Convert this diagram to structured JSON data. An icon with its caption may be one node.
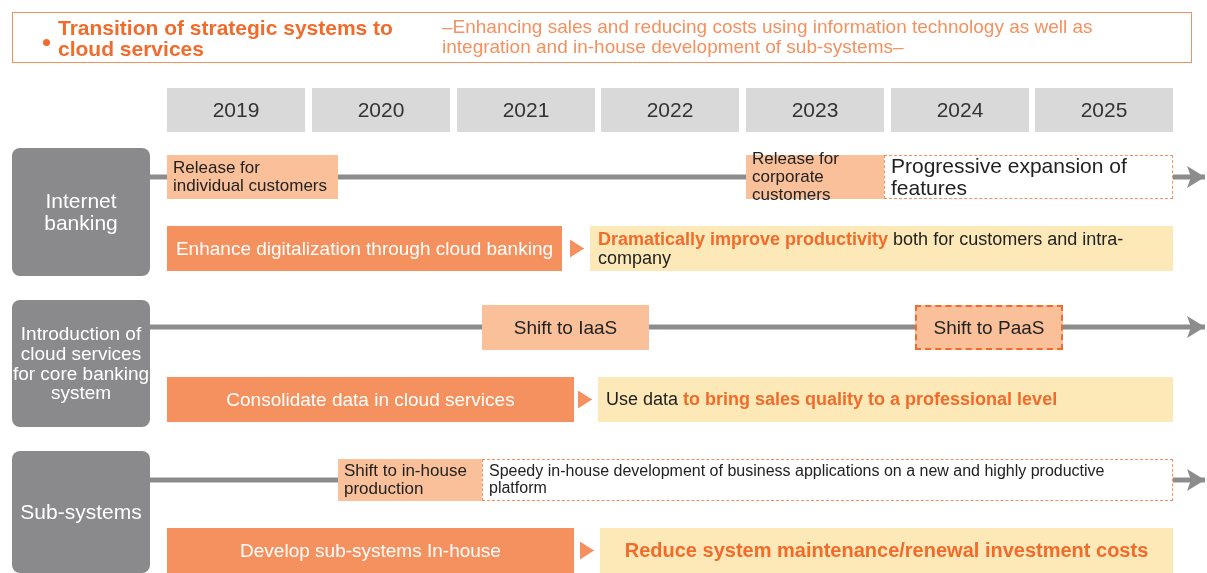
{
  "diagram": {
    "nodes": [
      {
        "text": [
          "Transition of strategic systems to cloud services",
          "–Enhancing sales and reducing costs using information technology as well as integration and in-house development of sub-systems–"
        ]
      },
      {
        "text": [
          "2019"
        ]
      },
      {
        "text": [
          "2020"
        ]
      },
      {
        "text": [
          "2021"
        ]
      },
      {
        "text": [
          "2022"
        ]
      },
      {
        "text": [
          "2023"
        ]
      },
      {
        "text": [
          "2024"
        ]
      },
      {
        "text": [
          "2025"
        ]
      },
      {
        "text": [
          "Internet banking"
        ]
      },
      {
        "text": [
          "Release for individual customers"
        ]
      },
      {
        "text": [
          "Release for corporate customers"
        ]
      },
      {
        "text": [
          "Progressive expansion of features"
        ]
      },
      {
        "text": [
          "Enhance digitalization through cloud banking"
        ]
      },
      {
        "text": [
          "**Dramatically improve productivity** both for customers and intra-company"
        ]
      },
      {
        "text": [
          "Introduction of cloud services for core banking system"
        ]
      },
      {
        "text": [
          "Shift to IaaS"
        ]
      },
      {
        "text": [
          "Shift to PaaS"
        ]
      },
      {
        "text": [
          "Consolidate data in cloud services"
        ]
      },
      {
        "text": [
          "Use data **to bring sales quality to a professional level**"
        ]
      },
      {
        "text": [
          "Sub-systems"
        ]
      },
      {
        "text": [
          "Shift to in-house production"
        ]
      },
      {
        "text": [
          "Speedy in-house development of business applications on a new and highly productive platform"
        ]
      },
      {
        "text": [
          "Develop sub-systems In-house"
        ]
      },
      {
        "text": [
          "Reduce system maintenance/renewal investment costs"
        ]
      }
    ],
    "edges": [
      {
        "from": 8,
        "to": 9,
        "arrow": "none"
      },
      {
        "from": 9,
        "to": 10,
        "arrow": "none"
      },
      {
        "from": 11,
        "to": null,
        "arrow": "to"
      },
      {
        "from": 12,
        "to": 13,
        "arrow": "to",
        "color": "#f4915e"
      },
      {
        "from": 14,
        "to": 15,
        "arrow": "none"
      },
      {
        "from": 15,
        "to": 16,
        "arrow": "none"
      },
      {
        "from": 16,
        "to": null,
        "arrow": "to"
      },
      {
        "from": 17,
        "to": 18,
        "arrow": "to",
        "color": "#f4915e"
      },
      {
        "from": 19,
        "to": 20,
        "arrow": "none"
      },
      {
        "from": 21,
        "to": null,
        "arrow": "to"
      },
      {
        "from": 22,
        "to": 23,
        "arrow": "to",
        "color": "#f4915e"
      }
    ]
  }
}
